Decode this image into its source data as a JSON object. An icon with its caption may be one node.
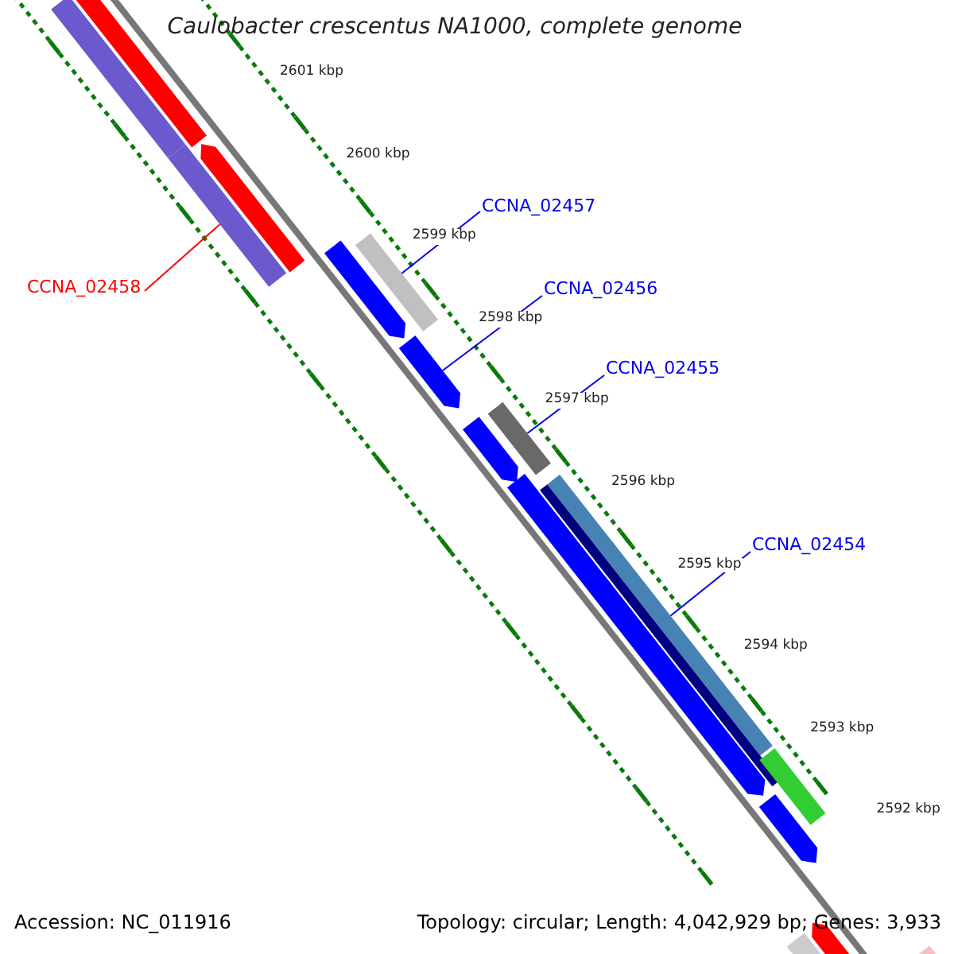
{
  "diagram": {
    "title": "Caulobacter crescentus NA1000, complete genome",
    "nodes": [
      {
        "text": [
          "CCNA_02458"
        ]
      },
      {
        "text": [],
        "shape": "bar"
      },
      {
        "text": [
          "CCNA_02457"
        ]
      },
      {
        "text": [],
        "shape": "bar"
      },
      {
        "text": [
          "CCNA_02456"
        ]
      },
      {
        "text": [],
        "shape": "bar"
      },
      {
        "text": [
          "CCNA_02455"
        ]
      },
      {
        "text": [],
        "shape": "bar"
      },
      {
        "text": [
          "CCNA_02454"
        ]
      },
      {
        "text": [],
        "shape": "bar"
      },
      {
        "text": [],
        "shape": "bar"
      },
      {
        "text": [],
        "shape": "bar"
      },
      {
        "text": [],
        "shape": "bar"
      },
      {
        "text": [],
        "shape": "bar"
      },
      {
        "text": [],
        "shape": "bar"
      },
      {
        "text": [],
        "shape": "bar"
      },
      {
        "text": [],
        "shape": "bar"
      },
      {
        "text": [],
        "shape": "bar"
      },
      {
        "text": [],
        "shape": "bar"
      },
      {
        "text": [],
        "shape": "bar"
      },
      {
        "text": [],
        "shape": "bar"
      },
      {
        "text": [],
        "shape": "bar"
      }
    ],
    "edges": [
      {
        "from": 0,
        "to": 1,
        "arrow": "none",
        "color": "#ff0000"
      },
      {
        "from": 2,
        "to": 3,
        "arrow": "none"
      },
      {
        "from": 4,
        "to": 5,
        "arrow": "none"
      },
      {
        "from": 6,
        "to": 7,
        "arrow": "none"
      },
      {
        "from": 8,
        "to": 9,
        "arrow": "none"
      }
    ],
    "labels": [
      "2601 kbp",
      "2600 kbp",
      "2599 kbp",
      "2598 kbp",
      "2597 kbp",
      "2596 kbp",
      "2595 kbp",
      "2594 kbp",
      "2593 kbp",
      "2592 kbp",
      "Accession: NC_011916",
      "Topology: circular; Length: 4,042,929 bp; Genes: 3,933"
    ]
  }
}
